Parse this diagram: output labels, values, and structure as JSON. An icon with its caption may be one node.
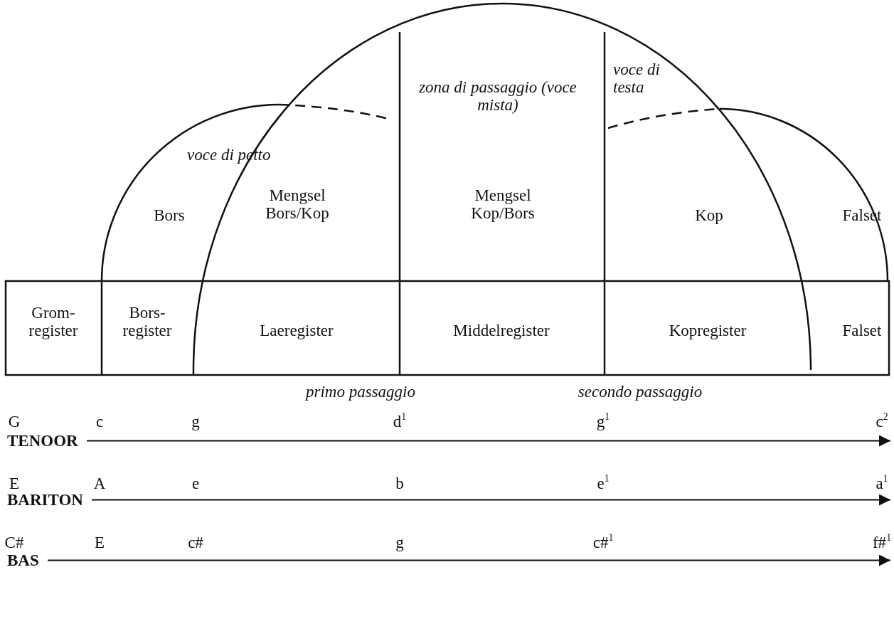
{
  "diagram": {
    "labels": [
      "zona di passaggio (voce mista)",
      "voce di testa",
      "voce di petto",
      "Bors",
      "Mengsel Bors/Kop",
      "Mengsel Kop/Bors",
      "Kop",
      "Falset",
      "Grom- register",
      "Bors- register",
      "Laeregister",
      "Middelregister",
      "Kopregister",
      "Falset",
      "primo  passaggio",
      "secondo passaggio",
      "G",
      "c",
      "g",
      "d$^{1}$",
      "g$^{1}$",
      "c$^{2}$",
      "TENOOR",
      "E",
      "A",
      "e",
      "b",
      "e$^{1}$",
      "a$^{1}$",
      "BARITON",
      "C#",
      "E",
      "c#",
      "g",
      "c#$^{1}$",
      "f#$^{1}$",
      "BAS"
    ]
  }
}
